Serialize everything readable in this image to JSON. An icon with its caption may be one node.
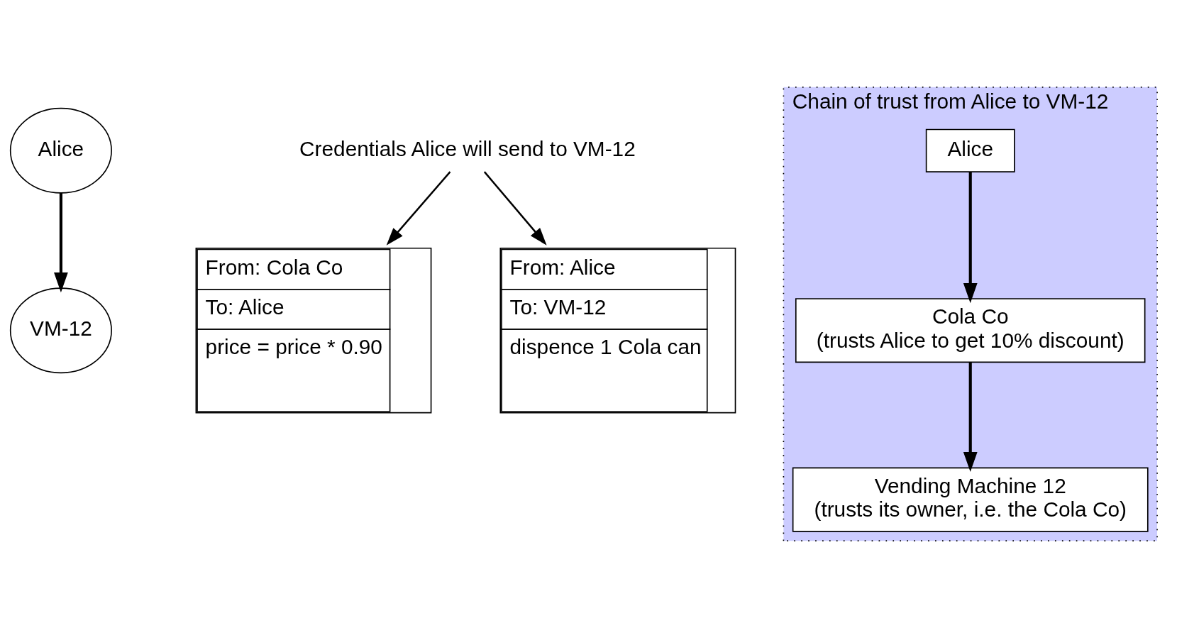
{
  "diagram": {
    "nodes": [
      {
        "text": [
          "Alice"
        ]
      },
      {
        "text": [
          "From: Cola Co",
          "To: Alice",
          "price = price * 0.90"
        ]
      },
      {
        "text": [
          "From: Alice",
          "To: VM-12",
          "dispence 1 Cola can"
        ]
      },
      {
        "text": [
          "VM-12"
        ]
      },
      {
        "text": [
          "Credentials Alice will send to VM-12"
        ]
      },
      {
        "text": [
          "Chain of trust from Alice to VM-12"
        ]
      },
      {
        "text": [
          "Alice"
        ],
        "in": 5
      },
      {
        "text": [
          "Cola Co",
          "(trusts Alice to get 10% discount)"
        ],
        "in": 5
      },
      {
        "text": [
          "Vending Machine 12",
          "(trusts its owner, i.e. the Cola Co)"
        ],
        "in": 5
      }
    ],
    "edges": [
      {
        "from": 0,
        "to": 3,
        "arrow": "to"
      },
      {
        "from": 4,
        "to": 1,
        "arrow": "to"
      },
      {
        "from": 4,
        "to": 2,
        "arrow": "to"
      },
      {
        "from": 6,
        "to": 7,
        "arrow": "to"
      },
      {
        "from": 7,
        "to": 8,
        "arrow": "to"
      }
    ]
  }
}
